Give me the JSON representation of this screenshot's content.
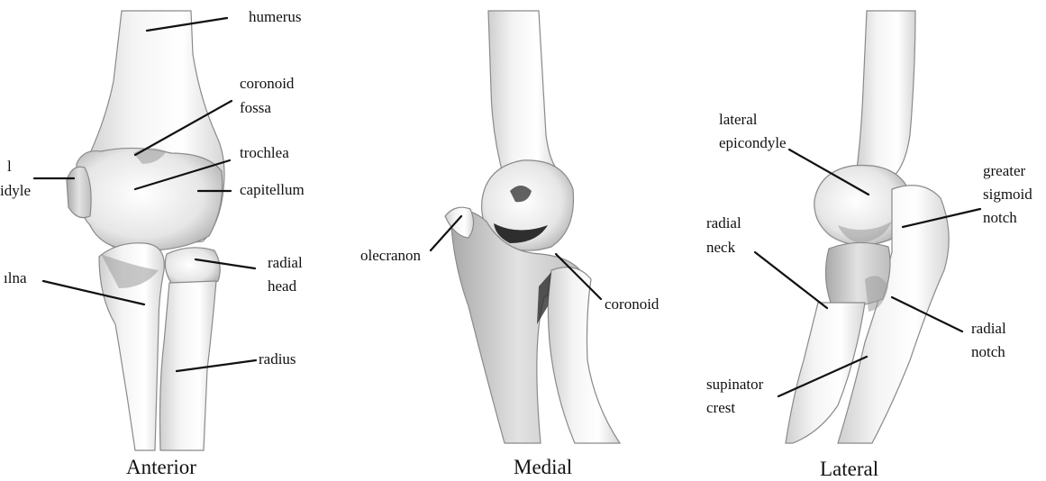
{
  "views": [
    {
      "caption": "Anterior",
      "labels": {
        "humerus": "humerus",
        "coronoid_fossa": [
          "coronoid",
          "fossa"
        ],
        "trochlea": "trochlea",
        "capitellum": "capitellum",
        "medial_epicondyle_partial": [
          "l",
          "idyle"
        ],
        "ulna_partial": "ılna",
        "radial_head": [
          "radial",
          "head"
        ],
        "radius": "radius"
      }
    },
    {
      "caption": "Medial",
      "labels": {
        "olecranon": "olecranon",
        "coronoid": "coronoid"
      }
    },
    {
      "caption": "Lateral",
      "labels": {
        "lateral_epicondyle": [
          "lateral",
          "epicondyle"
        ],
        "greater_sigmoid_notch": [
          "greater",
          "sigmoid",
          "notch"
        ],
        "radial_neck": [
          "radial",
          "neck"
        ],
        "radial_notch": [
          "radial",
          "notch"
        ],
        "supinator_crest": [
          "supinator",
          "crest"
        ]
      }
    }
  ]
}
